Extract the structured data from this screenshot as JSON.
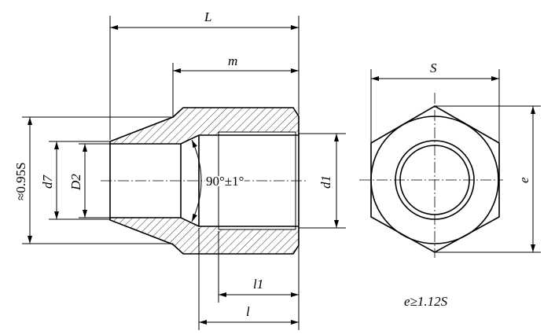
{
  "labels": {
    "L": "L",
    "m": "m",
    "S": "S",
    "e": "e",
    "d7": "d7",
    "D2": "D2",
    "d1": "d1",
    "l1": "l1",
    "l": "l",
    "approx_095S": "≈0.95S",
    "angle": "90°±1°",
    "relation": "e≥1.12S"
  }
}
